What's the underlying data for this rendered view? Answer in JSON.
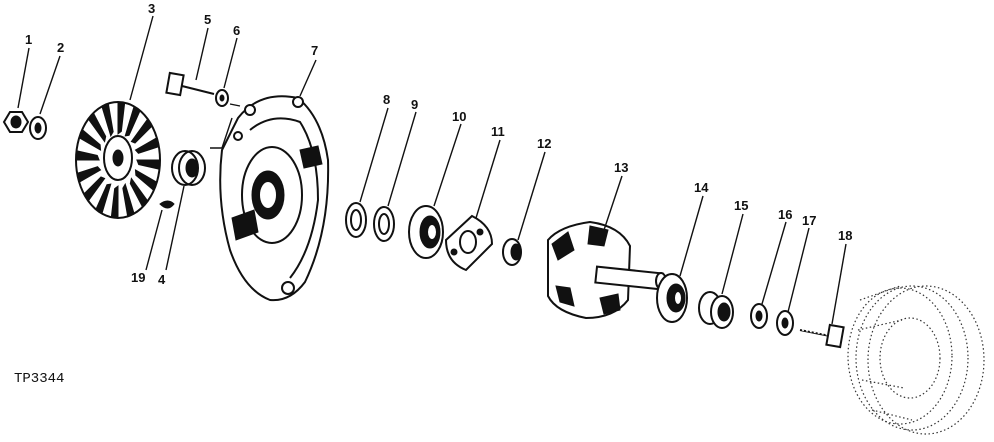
{
  "figure_id": "TP3344",
  "callouts": [
    "1",
    "2",
    "3",
    "4",
    "5",
    "6",
    "7",
    "8",
    "9",
    "10",
    "11",
    "12",
    "13",
    "14",
    "15",
    "16",
    "17",
    "18",
    "19"
  ],
  "colors": {
    "ink": "#111111",
    "paper": "#ffffff"
  }
}
